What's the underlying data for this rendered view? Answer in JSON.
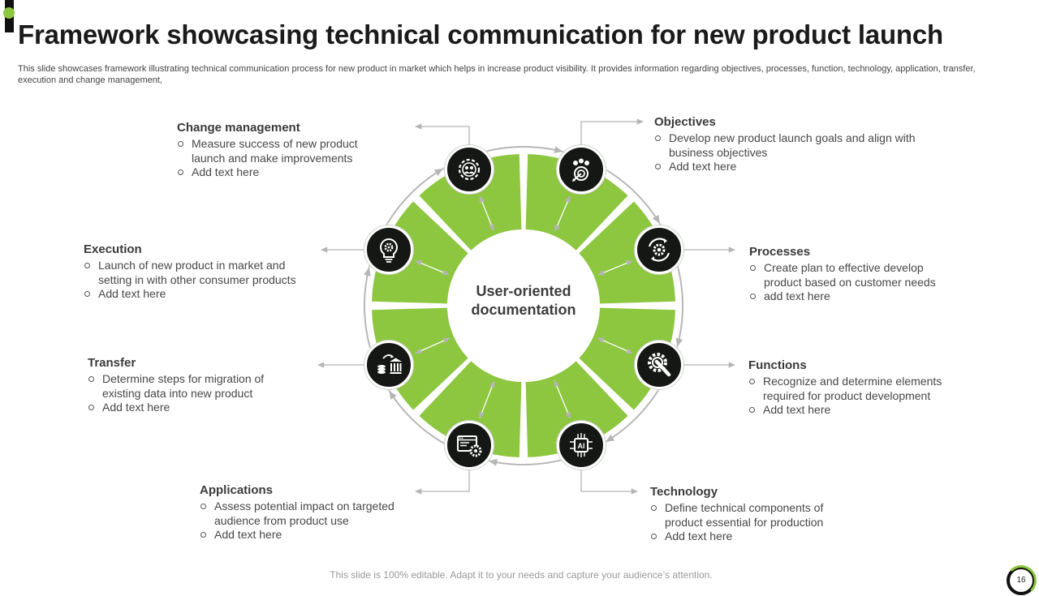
{
  "title": "Framework showcasing technical communication for new product launch",
  "subtitle": "This slide showcases framework illustrating technical communication process for new product in market which helps in increase product visibility. It provides information regarding objectives, processes, function, technology, application, transfer, execution and change management,",
  "hub": {
    "line1": "User-oriented",
    "line2": "documentation"
  },
  "colors": {
    "accent": "#8dc63f",
    "node": "#141714",
    "text": "#3a3a3a",
    "connector": "#b5b5b5"
  },
  "stages": [
    {
      "id": "change",
      "heading": "Change management",
      "icon": "gear-people-icon",
      "items": [
        "Measure success of new product launch and make improvements",
        "Add text here"
      ]
    },
    {
      "id": "objectives",
      "heading": "Objectives",
      "icon": "target-group-icon",
      "items": [
        "Develop new product launch goals and align with business objectives",
        "Add text here"
      ]
    },
    {
      "id": "processes",
      "heading": "Processes",
      "icon": "cycle-gear-icon",
      "items": [
        "Create plan to effective develop product based on customer needs",
        "add text here"
      ]
    },
    {
      "id": "functions",
      "heading": "Functions",
      "icon": "wrench-gear-icon",
      "items": [
        "Recognize and determine elements required for product development",
        "Add text here"
      ]
    },
    {
      "id": "technology",
      "heading": "Technology",
      "icon": "ai-chip-icon",
      "items": [
        "Define technical components of product essential for production",
        "Add text here"
      ]
    },
    {
      "id": "applications",
      "heading": "Applications",
      "icon": "browser-gear-icon",
      "items": [
        "Assess potential impact on targeted audience from product use",
        "Add text here"
      ]
    },
    {
      "id": "transfer",
      "heading": "Transfer",
      "icon": "coins-bank-icon",
      "items": [
        "Determine steps for migration of existing data into new product",
        "Add text here"
      ]
    },
    {
      "id": "execution",
      "heading": "Execution",
      "icon": "lightbulb-gear-icon",
      "items": [
        "Launch of new product in market and setting in with other consumer products",
        "Add text here"
      ]
    }
  ],
  "footer": "This slide is 100% editable. Adapt it to your needs and capture your audience’s attention.",
  "page_number": "16"
}
